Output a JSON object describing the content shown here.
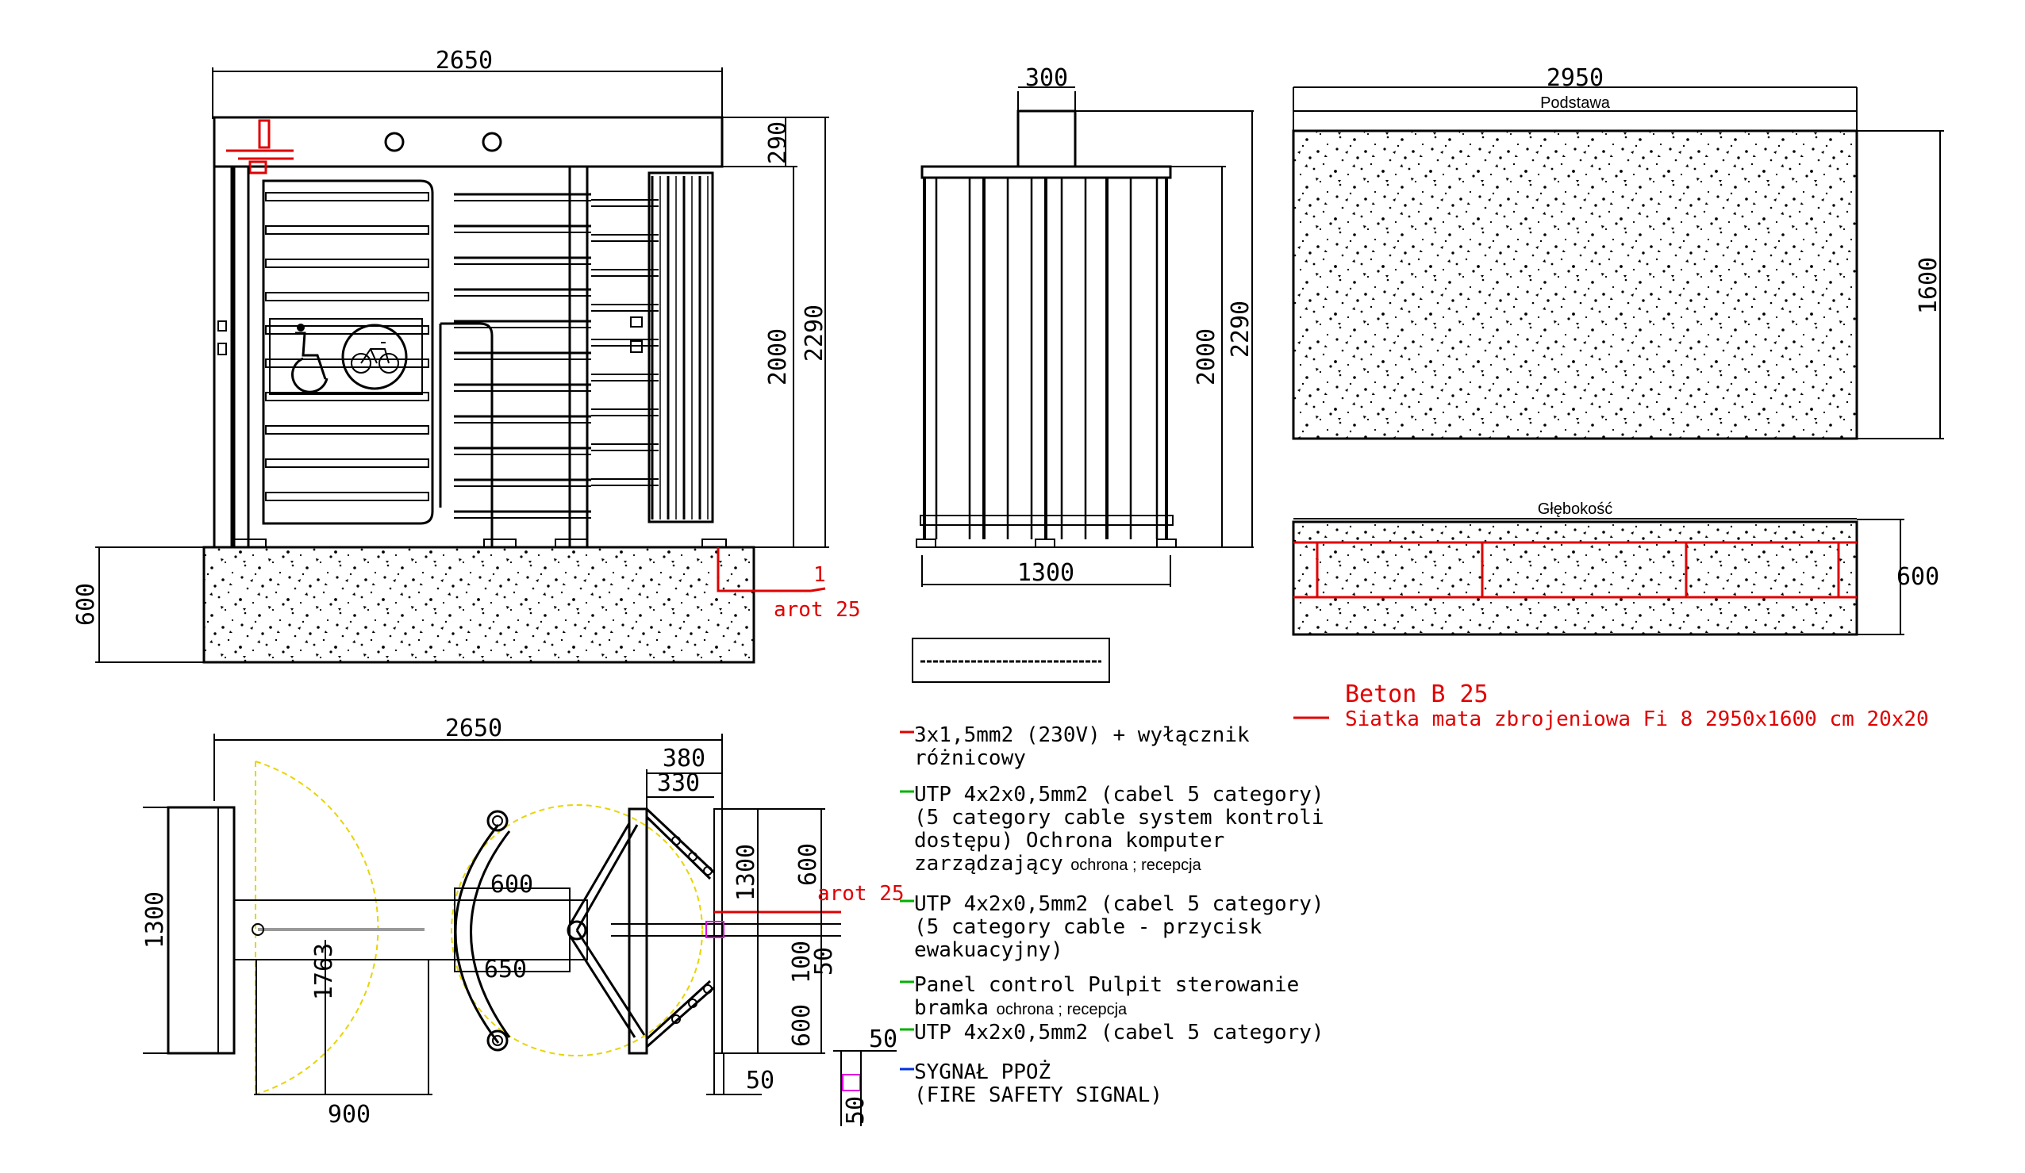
{
  "colors": {
    "line": "#000000",
    "accent": "#e00000",
    "yellow": "#e6d500",
    "green": "#00b000",
    "blue": "#0030e0",
    "magenta": "#e000e0"
  },
  "front": {
    "width": "2650",
    "top": "290",
    "inner": "2000",
    "total": "2290",
    "foundation": "600",
    "marker": "1",
    "arot": "arot 25"
  },
  "side": {
    "top": "300",
    "inner": "2000",
    "total": "2290",
    "width": "1300"
  },
  "base": {
    "width": "2950",
    "title": "Podstawa",
    "height": "1600"
  },
  "depth": {
    "title": "Głębokość",
    "height": "600"
  },
  "concrete": {
    "title": "Beton B 25",
    "mesh": "Siatka mata zbrojeniowa Fi 8 2950x1600 cm 20x20"
  },
  "plan": {
    "width": "2650",
    "d380": "380",
    "d330": "330",
    "d1300": "1300",
    "d600a": "600",
    "d600b": "600",
    "d650": "650",
    "d1300r": "1300",
    "d1763": "1763",
    "d900": "900",
    "d50a": "50",
    "d100": "100",
    "d600c": "600",
    "d50b": "50",
    "d50c": "50",
    "d50d": "50",
    "arot": "arot 25"
  },
  "legend": [
    {
      "lines": [
        "3x1,5mm2 (230V) + wyłącznik",
        "różnicowy"
      ],
      "note": "",
      "color": "#e00000"
    },
    {
      "lines": [
        "UTP 4x2x0,5mm2 (cabel 5 category)",
        "(5 category cable system kontroli",
        "dostępu) Ochrona komputer",
        "zarządzający"
      ],
      "note": "ochrona ; recepcja",
      "color": "#00b000"
    },
    {
      "lines": [
        "UTP 4x2x0,5mm2 (cabel 5 category)",
        "(5 category cable - przycisk",
        "ewakuacyjny)"
      ],
      "note": "",
      "color": "#00b000"
    },
    {
      "lines": [
        "Panel control Pulpit sterowanie",
        "bramka"
      ],
      "note": "ochrona ; recepcja",
      "color": "#00b000"
    },
    {
      "lines": [
        "UTP 4x2x0,5mm2 (cabel 5 category)"
      ],
      "note": "",
      "color": "#00b000"
    },
    {
      "lines": [
        "SYGNAŁ PPOŻ",
        "(FIRE SAFETY SIGNAL)"
      ],
      "note": "",
      "color": "#0030e0"
    }
  ]
}
